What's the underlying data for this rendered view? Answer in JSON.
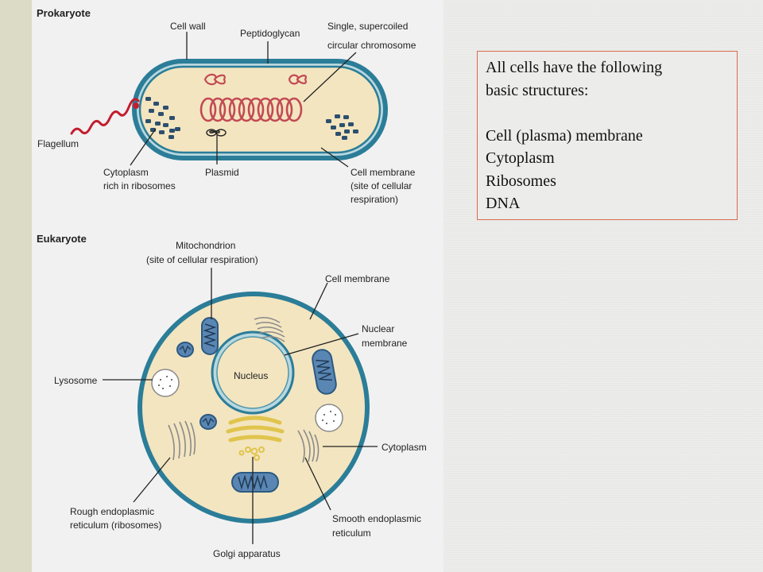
{
  "colors": {
    "cell_wall": "#2b7d98",
    "cytoplasm": "#f3e5c0",
    "chromosome": "#c24a55",
    "flagellum": "#c21e2e",
    "info_box_border": "#d86a4f"
  },
  "figure": {
    "prokaryote": {
      "title": "Prokaryote",
      "labels": {
        "cell_wall": "Cell wall",
        "peptidoglycan": "Peptidoglycan",
        "chromosome_line1": "Single, supercoiled",
        "chromosome_line2": "circular chromosome",
        "flagellum": "Flagellum",
        "cytoplasm_line1": "Cytoplasm",
        "cytoplasm_line2": "rich in ribosomes",
        "plasmid": "Plasmid",
        "membrane_line1": "Cell membrane",
        "membrane_line2": "(site of cellular",
        "membrane_line3": "respiration)"
      }
    },
    "eukaryote": {
      "title": "Eukaryote",
      "labels": {
        "mito_line1": "Mitochondrion",
        "mito_line2": "(site of cellular respiration)",
        "cell_membrane": "Cell membrane",
        "nuclear_line1": "Nuclear",
        "nuclear_line2": "membrane",
        "nucleus": "Nucleus",
        "lysosome": "Lysosome",
        "cytoplasm": "Cytoplasm",
        "rough_er_line1": "Rough endoplasmic",
        "rough_er_line2": "reticulum (ribosomes)",
        "smooth_er_line1": "Smooth endoplasmic",
        "smooth_er_line2": "reticulum",
        "golgi": "Golgi apparatus"
      }
    }
  },
  "info_box": {
    "line1": "All cells have the following",
    "line2": "basic structures:",
    "items": [
      "Cell (plasma) membrane",
      "Cytoplasm",
      "Ribosomes",
      "DNA"
    ]
  }
}
